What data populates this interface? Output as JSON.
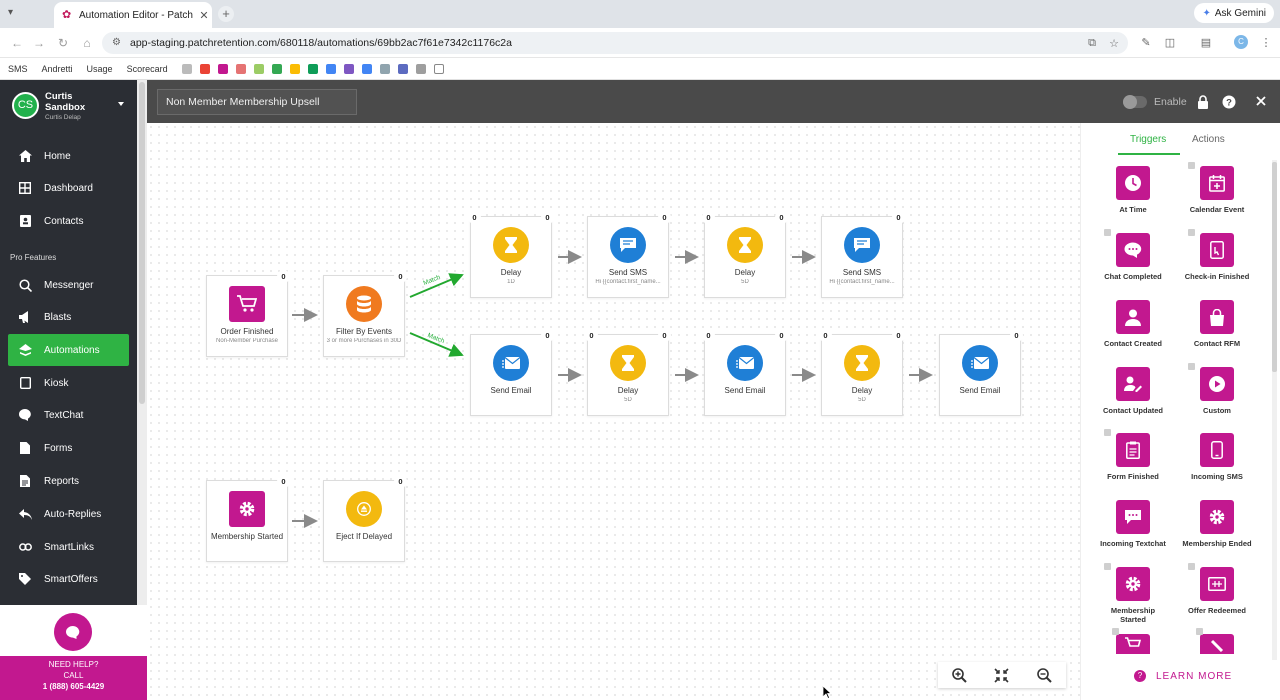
{
  "browser": {
    "tab_title": "Automation Editor - Patch Po",
    "url": "app-staging.patchretention.com/680118/automations/69bb2ac7f61e7342c1176c2a",
    "ask_gemini": "Ask Gemini",
    "profile_initial": "C",
    "bookmarks": [
      "SMS",
      "Andretti",
      "Usage",
      "Scorecard"
    ]
  },
  "account": {
    "initials": "CS",
    "name": "Curtis Sandbox",
    "user": "Curtis Delap"
  },
  "sidebar": {
    "items": [
      {
        "label": "Home",
        "icon": "home-icon"
      },
      {
        "label": "Dashboard",
        "icon": "dashboard-icon"
      },
      {
        "label": "Contacts",
        "icon": "contacts-icon"
      }
    ],
    "pro_label": "Pro Features",
    "pro_items": [
      {
        "label": "Messenger",
        "icon": "messenger-icon"
      },
      {
        "label": "Blasts",
        "icon": "megaphone-icon"
      },
      {
        "label": "Automations",
        "icon": "automations-icon",
        "active": true
      },
      {
        "label": "Kiosk",
        "icon": "kiosk-icon"
      },
      {
        "label": "TextChat",
        "icon": "textchat-icon"
      },
      {
        "label": "Forms",
        "icon": "forms-icon"
      },
      {
        "label": "Reports",
        "icon": "reports-icon"
      },
      {
        "label": "Auto-Replies",
        "icon": "auto-replies-icon"
      },
      {
        "label": "SmartLinks",
        "icon": "smartlinks-icon"
      },
      {
        "label": "SmartOffers",
        "icon": "smartoffers-icon"
      }
    ],
    "help": {
      "line1": "NEED HELP?",
      "line2": "CALL",
      "phone": "1 (888) 605-4429"
    }
  },
  "header": {
    "automation_name": "Non Member Membership Upsell",
    "enable_label": "Enable",
    "enabled": false
  },
  "flow": {
    "match_label": "Match",
    "nodes": {
      "order_finished": {
        "label": "Order Finished",
        "sub": "Non-Member Purchase",
        "count": "0"
      },
      "filter": {
        "label": "Filter By Events",
        "sub": "3 or more Purchases in 30D",
        "count": "0"
      },
      "r1_delay1": {
        "label": "Delay",
        "sub": "1D",
        "count_in": "0",
        "count": "0"
      },
      "r1_sms1": {
        "label": "Send SMS",
        "sub": "Hi {{contact.first_name...",
        "count": "0"
      },
      "r1_delay2": {
        "label": "Delay",
        "sub": "5D",
        "count_in": "0",
        "count": "0"
      },
      "r1_sms2": {
        "label": "Send SMS",
        "sub": "Hi {{contact.first_name...",
        "count": "0"
      },
      "r2_email1": {
        "label": "Send Email",
        "count": "0"
      },
      "r2_delay1": {
        "label": "Delay",
        "sub": "5D",
        "count_in": "0",
        "count": "0"
      },
      "r2_email2": {
        "label": "Send Email",
        "count_in": "0",
        "count": "0"
      },
      "r2_delay2": {
        "label": "Delay",
        "sub": "5D",
        "count_in": "0",
        "count": "0"
      },
      "r2_email3": {
        "label": "Send Email",
        "count": "0"
      },
      "membership_started": {
        "label": "Membership Started",
        "count": "0"
      },
      "eject": {
        "label": "Eject If Delayed",
        "count": "0"
      }
    }
  },
  "panel": {
    "tabs": [
      "Triggers",
      "Actions"
    ],
    "active_tab": "Triggers",
    "triggers": [
      {
        "label": "At Time",
        "icon": "clock-icon",
        "locked": false
      },
      {
        "label": "Calendar Event",
        "icon": "calendar-icon",
        "locked": true
      },
      {
        "label": "Chat Completed",
        "icon": "chat-icon",
        "locked": true
      },
      {
        "label": "Check-in Finished",
        "icon": "checkin-icon",
        "locked": true
      },
      {
        "label": "Contact Created",
        "icon": "person-icon",
        "locked": false
      },
      {
        "label": "Contact RFM",
        "icon": "bag-icon",
        "locked": false
      },
      {
        "label": "Contact Updated",
        "icon": "person-edit-icon",
        "locked": false
      },
      {
        "label": "Custom",
        "icon": "play-icon",
        "locked": true
      },
      {
        "label": "Form Finished",
        "icon": "clipboard-icon",
        "locked": true
      },
      {
        "label": "Incoming SMS",
        "icon": "phone-icon",
        "locked": false
      },
      {
        "label": "Incoming Textchat",
        "icon": "textchat-icon",
        "locked": false
      },
      {
        "label": "Membership Ended",
        "icon": "gear-icon",
        "locked": false
      },
      {
        "label": "Membership Started",
        "icon": "gear-icon",
        "locked": true
      },
      {
        "label": "Offer Redeemed",
        "icon": "offer-icon",
        "locked": true
      }
    ],
    "learn_more": "LEARN MORE"
  },
  "colors": {
    "sidebar_bg": "#2b2e34",
    "active_green": "#2fb344",
    "brand_magenta": "#c2188f",
    "delay_yellow": "#f3b90f",
    "message_blue": "#1f7fd6",
    "filter_orange": "#f07a1f",
    "header_bg": "#4a4a4a"
  }
}
